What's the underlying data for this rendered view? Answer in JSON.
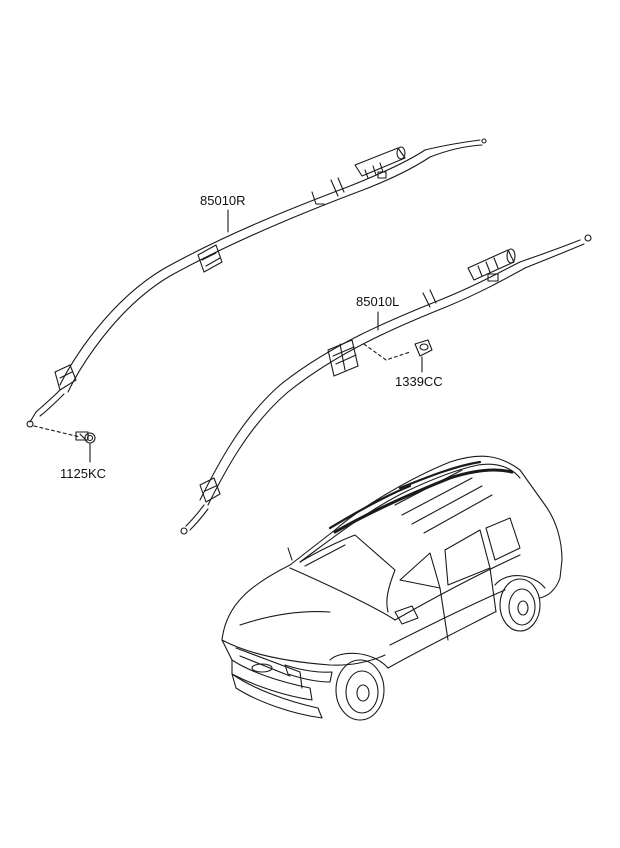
{
  "diagram": {
    "parts": [
      {
        "code": "85010R"
      },
      {
        "code": "85010L"
      },
      {
        "code": "1339CC"
      },
      {
        "code": "1125KC"
      }
    ]
  },
  "colors": {
    "line": "#1a1a1a",
    "background": "#ffffff"
  }
}
